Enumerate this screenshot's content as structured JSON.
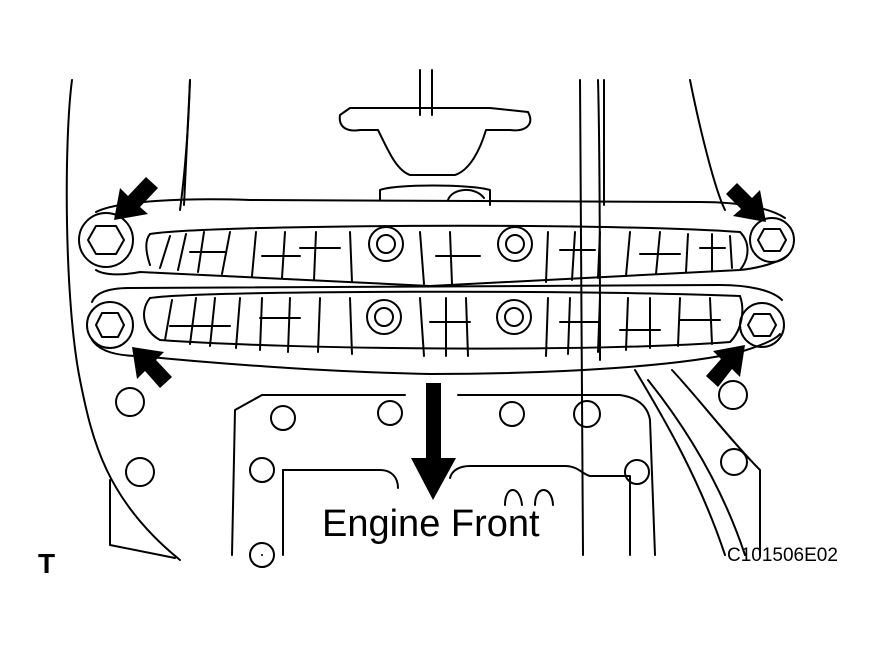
{
  "labels": {
    "direction": "Engine Front",
    "tab": "T",
    "reference_code": "C101506E02"
  },
  "colors": {
    "line": "#000000",
    "background": "#ffffff"
  },
  "diagram": {
    "subject": "oil-pan-stiffener-bolts",
    "indicated_bolt_count": 4,
    "arrow_icon": "bolt-pointer-arrow",
    "direction_icon": "engine-front-arrow"
  }
}
